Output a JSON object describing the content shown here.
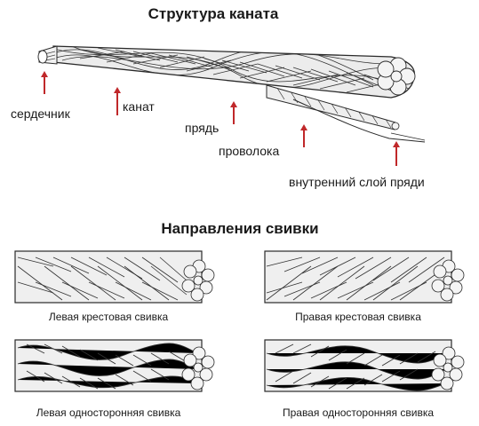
{
  "section1": {
    "title": "Структура каната",
    "labels": {
      "core": "сердечник",
      "rope": "канат",
      "strand": "прядь",
      "wire": "проволока",
      "inner_layer": "внутренний слой пряди"
    }
  },
  "section2": {
    "title": "Направления свивки",
    "captions": [
      "Левая крестовая свивка",
      "Правая крестовая свивка",
      "Левая односторонняя свивка",
      "Правая односторонняя свивка"
    ]
  },
  "colors": {
    "arrow": "#c0282a",
    "line": "#2a2a2a",
    "rope_fill": "#e9e9e9"
  }
}
